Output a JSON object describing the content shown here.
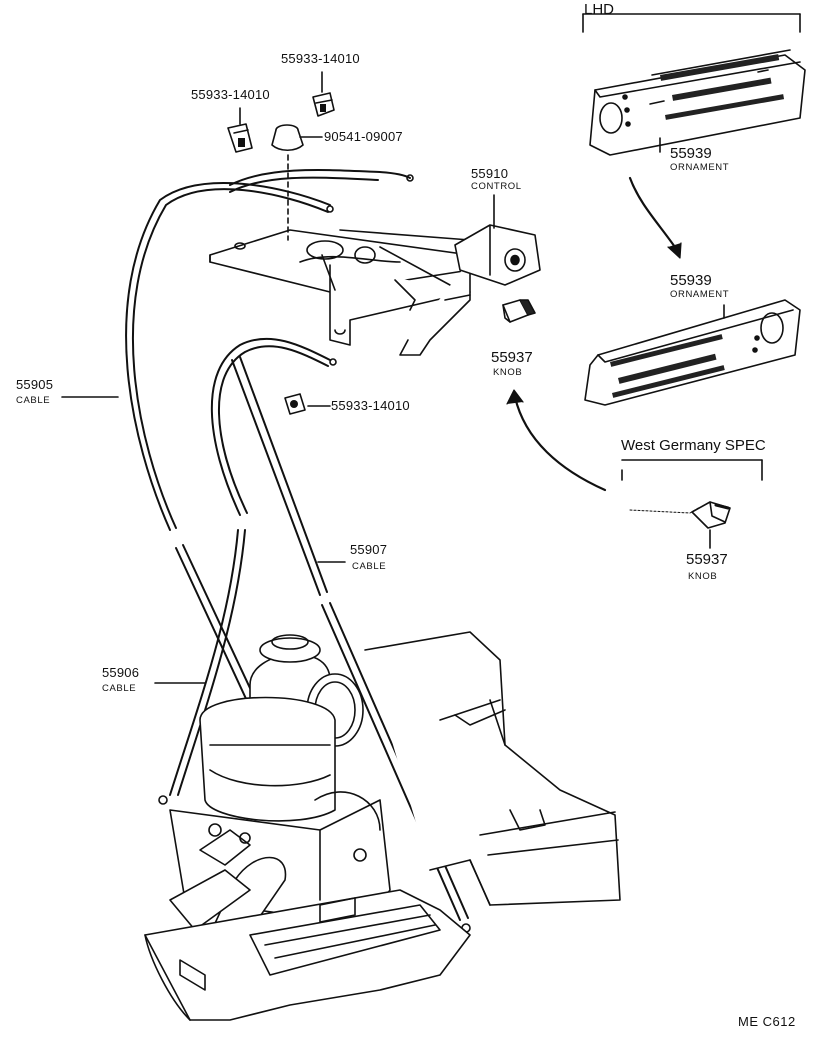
{
  "variant_labels": {
    "lhd": "LHD",
    "west_germany": "West Germany SPEC"
  },
  "callouts": {
    "clip_top_right": "55933-14010",
    "clip_top_left": "55933-14010",
    "plug": "90541-09007",
    "clip_middle": "55933-14010",
    "control": {
      "number": "55910",
      "name": "CONTROL"
    },
    "ornament_lhd": {
      "number": "55939",
      "name": "ORNAMENT"
    },
    "ornament_rhd": {
      "number": "55939",
      "name": "ORNAMENT"
    },
    "knob": {
      "number": "55937",
      "name": "KNOB"
    },
    "knob_wg": {
      "number": "55937",
      "name": "KNOB"
    },
    "cable_55905": {
      "number": "55905",
      "name": "CABLE"
    },
    "cable_55907": {
      "number": "55907",
      "name": "CABLE"
    },
    "cable_55906": {
      "number": "55906",
      "name": "CABLE"
    }
  },
  "figure_code": "ME  C612",
  "colors": {
    "ink": "#111111",
    "paper": "#ffffff"
  }
}
